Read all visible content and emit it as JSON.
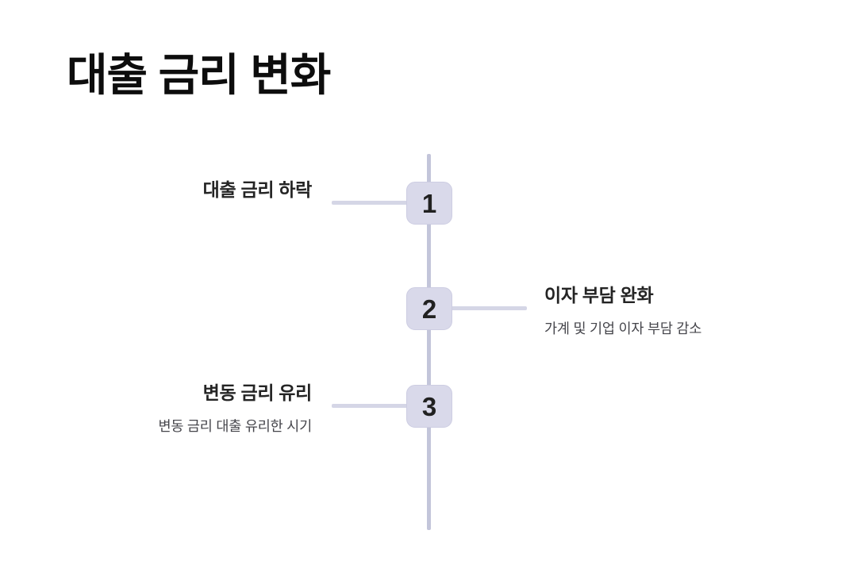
{
  "page": {
    "title": "대출 금리 변화",
    "background_color": "#ffffff",
    "title_color": "#0d0d0d"
  },
  "theme": {
    "marker_fill": "#d9d9ea",
    "marker_border": "#cdcde2",
    "marker_number_color": "#212121",
    "axis_color": "#c3c5da",
    "connector_color": "#d5d6e6",
    "label_color": "#242424",
    "description_color": "#45454b"
  },
  "timeline": {
    "steps": [
      {
        "number": "1",
        "label": "대출 금리 하락",
        "description": "",
        "side": "left"
      },
      {
        "number": "2",
        "label": "이자 부담 완화",
        "description": "가계 및 기업 이자 부담 감소",
        "side": "right"
      },
      {
        "number": "3",
        "label": "변동 금리 유리",
        "description": "변동 금리 대출 유리한 시기",
        "side": "left"
      }
    ]
  }
}
